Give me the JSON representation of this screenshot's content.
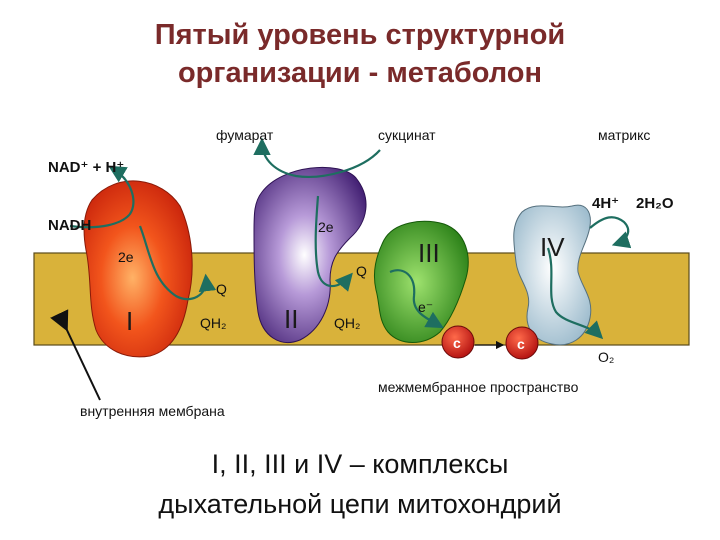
{
  "title": {
    "line1": "Пятый уровень структурной",
    "line2": "организации - метаболон"
  },
  "labels": {
    "nad": "NAD⁺ + H⁺",
    "nadh": "NADH",
    "fumarate": "фумарат",
    "succinate": "сукцинат",
    "matrix": "матрикс",
    "four_h": "4H⁺",
    "two_h2o": "2H₂O",
    "two_e_1": "2e",
    "two_e_2": "2e",
    "q1": "Q",
    "q2": "Q",
    "qh2_1": "QH₂",
    "qh2_2": "QH₂",
    "e_minus": "e⁻",
    "cyt_c_1": "c",
    "cyt_c_2": "c",
    "o2": "O₂",
    "intermembrane_space": "межмембранное пространство",
    "inner_membrane": "внутренняя мембрана"
  },
  "complexes": {
    "c1": "I",
    "c2": "II",
    "c3": "III",
    "c4": "IV"
  },
  "caption": {
    "line1": "I, II, III и IV – комплексы",
    "line2": "дыхательной цепи митохондрий"
  },
  "colors": {
    "membrane": "#d9b23a",
    "complex_I": "#e83a10",
    "complex_II": "#5a2c8c",
    "complex_III": "#2e9a1c",
    "complex_IV": "#a9c7d6",
    "cytochrome_c": "#c41818",
    "arrows": "#1e6e60",
    "title": "#7a2a2a"
  }
}
